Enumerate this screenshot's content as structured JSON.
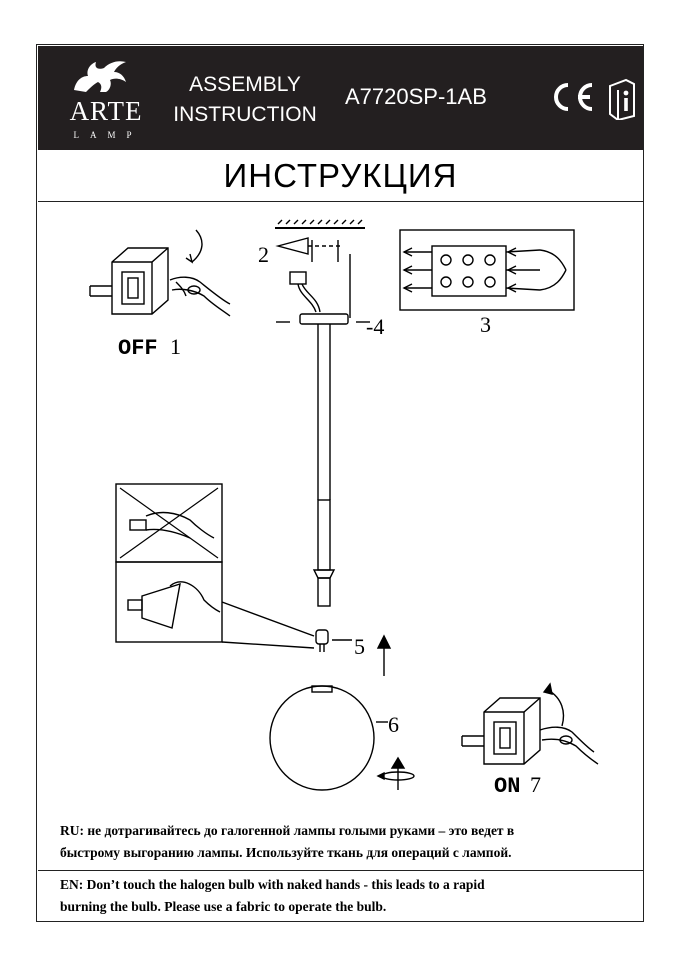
{
  "header": {
    "brand": "ARTE",
    "brand_sub": "LAMP",
    "assembly_line1": "ASSEMBLY",
    "assembly_line2": "INSTRUCTION",
    "model": "A7720SP-1AB",
    "ce_mark": "CE"
  },
  "title": "ИНСТРУКЦИЯ",
  "steps": {
    "off_label": "OFF",
    "s1": "1",
    "s2": "2",
    "s3": "3",
    "s4": "-4",
    "s5": "5",
    "s6": "6",
    "on_label": "ON",
    "s7": "7"
  },
  "notes": {
    "ru_line1": "RU: не дотрагивайтесь до галогенной лампы голыми руками – это ведет в",
    "ru_line2": "быстрому выгоранию лампы. Используйте ткань для операций с лампой.",
    "en_line1": "EN: Don’t touch the halogen bulb with naked hands  - this leads to a rapid",
    "en_line2": "burning the bulb. Please use a fabric to operate the bulb."
  },
  "icons": [
    "griffin-logo-icon",
    "ce-mark-icon",
    "info-book-icon",
    "switch-box-icon",
    "hand-icon",
    "rotate-arrow-icon"
  ]
}
